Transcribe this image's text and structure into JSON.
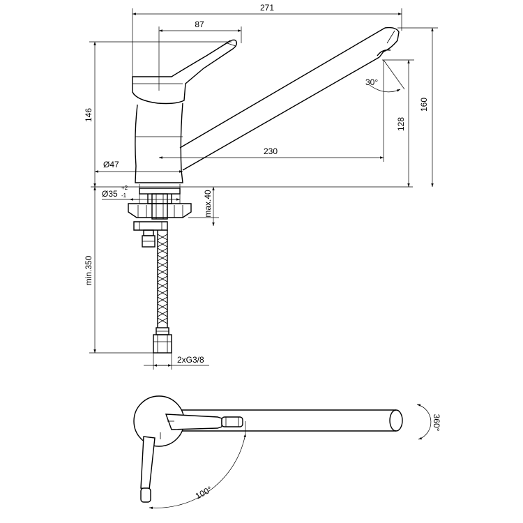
{
  "dimensions": {
    "total_length": "271",
    "lever_reach": "87",
    "body_height": "146",
    "overall_height": "160",
    "spout_height": "128",
    "spout_reach": "230",
    "body_diameter": "Ø47",
    "hole_diameter": "Ø35",
    "hole_tol_plus": "+2",
    "hole_tol_minus": "-1",
    "max_deck": "max.40",
    "min_hose": "min.350",
    "connection": "2xG3/8",
    "spout_angle": "30°",
    "swivel": "360°",
    "lever_rotation": "100°"
  }
}
